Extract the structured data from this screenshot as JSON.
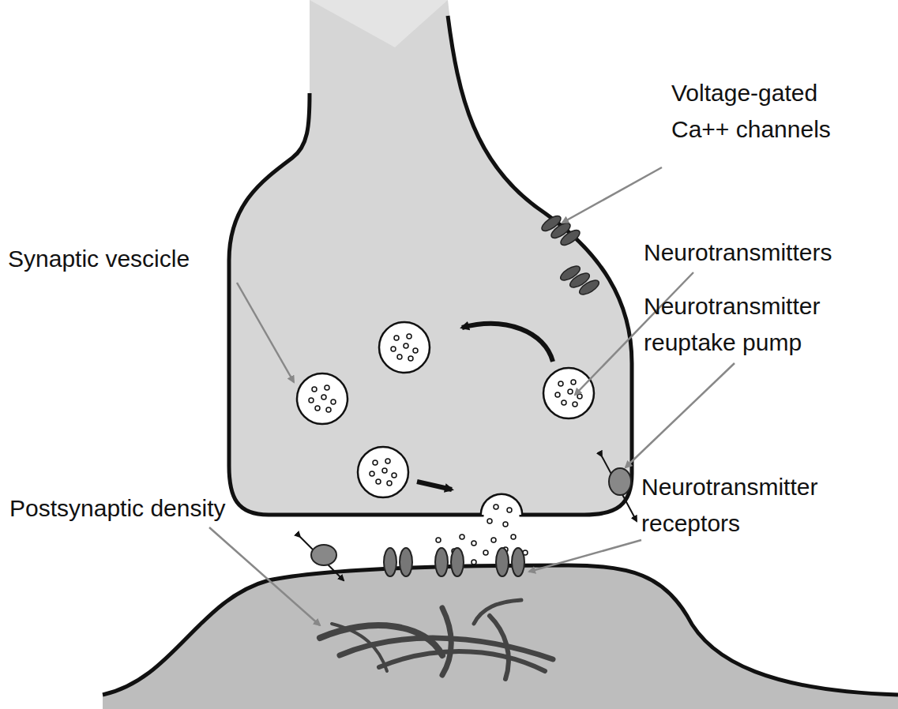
{
  "diagram": {
    "labels": [
      "Voltage-gated Ca++ channels",
      "Synaptic vescicle",
      "Neurotransmitters",
      "Neurotransmitter reuptake pump",
      "Neurotransmitter receptors",
      "Postsynaptic density"
    ]
  }
}
